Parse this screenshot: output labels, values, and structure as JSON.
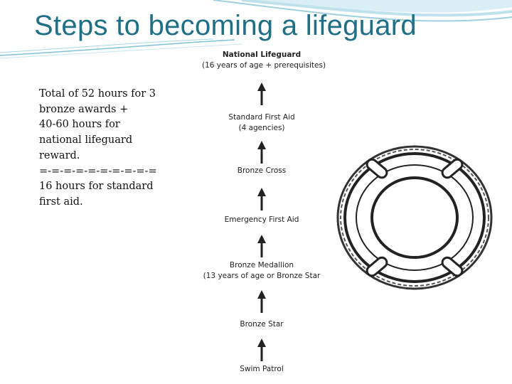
{
  "slide": {
    "title": "Steps to becoming a lifeguard",
    "body_lines": [
      "Total of 52 hours for 3",
      "bronze awards +",
      "40-60 hours for",
      "national lifeguard",
      "reward.",
      "=-=-=-=-=-=-=-=-=-=",
      "16 hours for standard",
      "first aid."
    ]
  },
  "flowchart": {
    "steps": [
      {
        "label": "National Lifeguard",
        "sub": "(16 years of age + prerequisites)"
      },
      {
        "label": "Standard First Aid",
        "sub": "(4 agencies)"
      },
      {
        "label": "Bronze Cross",
        "sub": ""
      },
      {
        "label": "Emergency First Aid",
        "sub": ""
      },
      {
        "label": "Bronze Medallion",
        "sub": "(13 years of age or Bronze Star"
      },
      {
        "label": "Bronze Star",
        "sub": ""
      },
      {
        "label": "Swim Patrol",
        "sub": ""
      }
    ]
  },
  "icons": {
    "arrow": "up-arrow-icon",
    "ring": "life-ring-icon"
  },
  "colors": {
    "title": "#1f6f86",
    "swoosh": "#7fc3d8",
    "text": "#111111"
  }
}
